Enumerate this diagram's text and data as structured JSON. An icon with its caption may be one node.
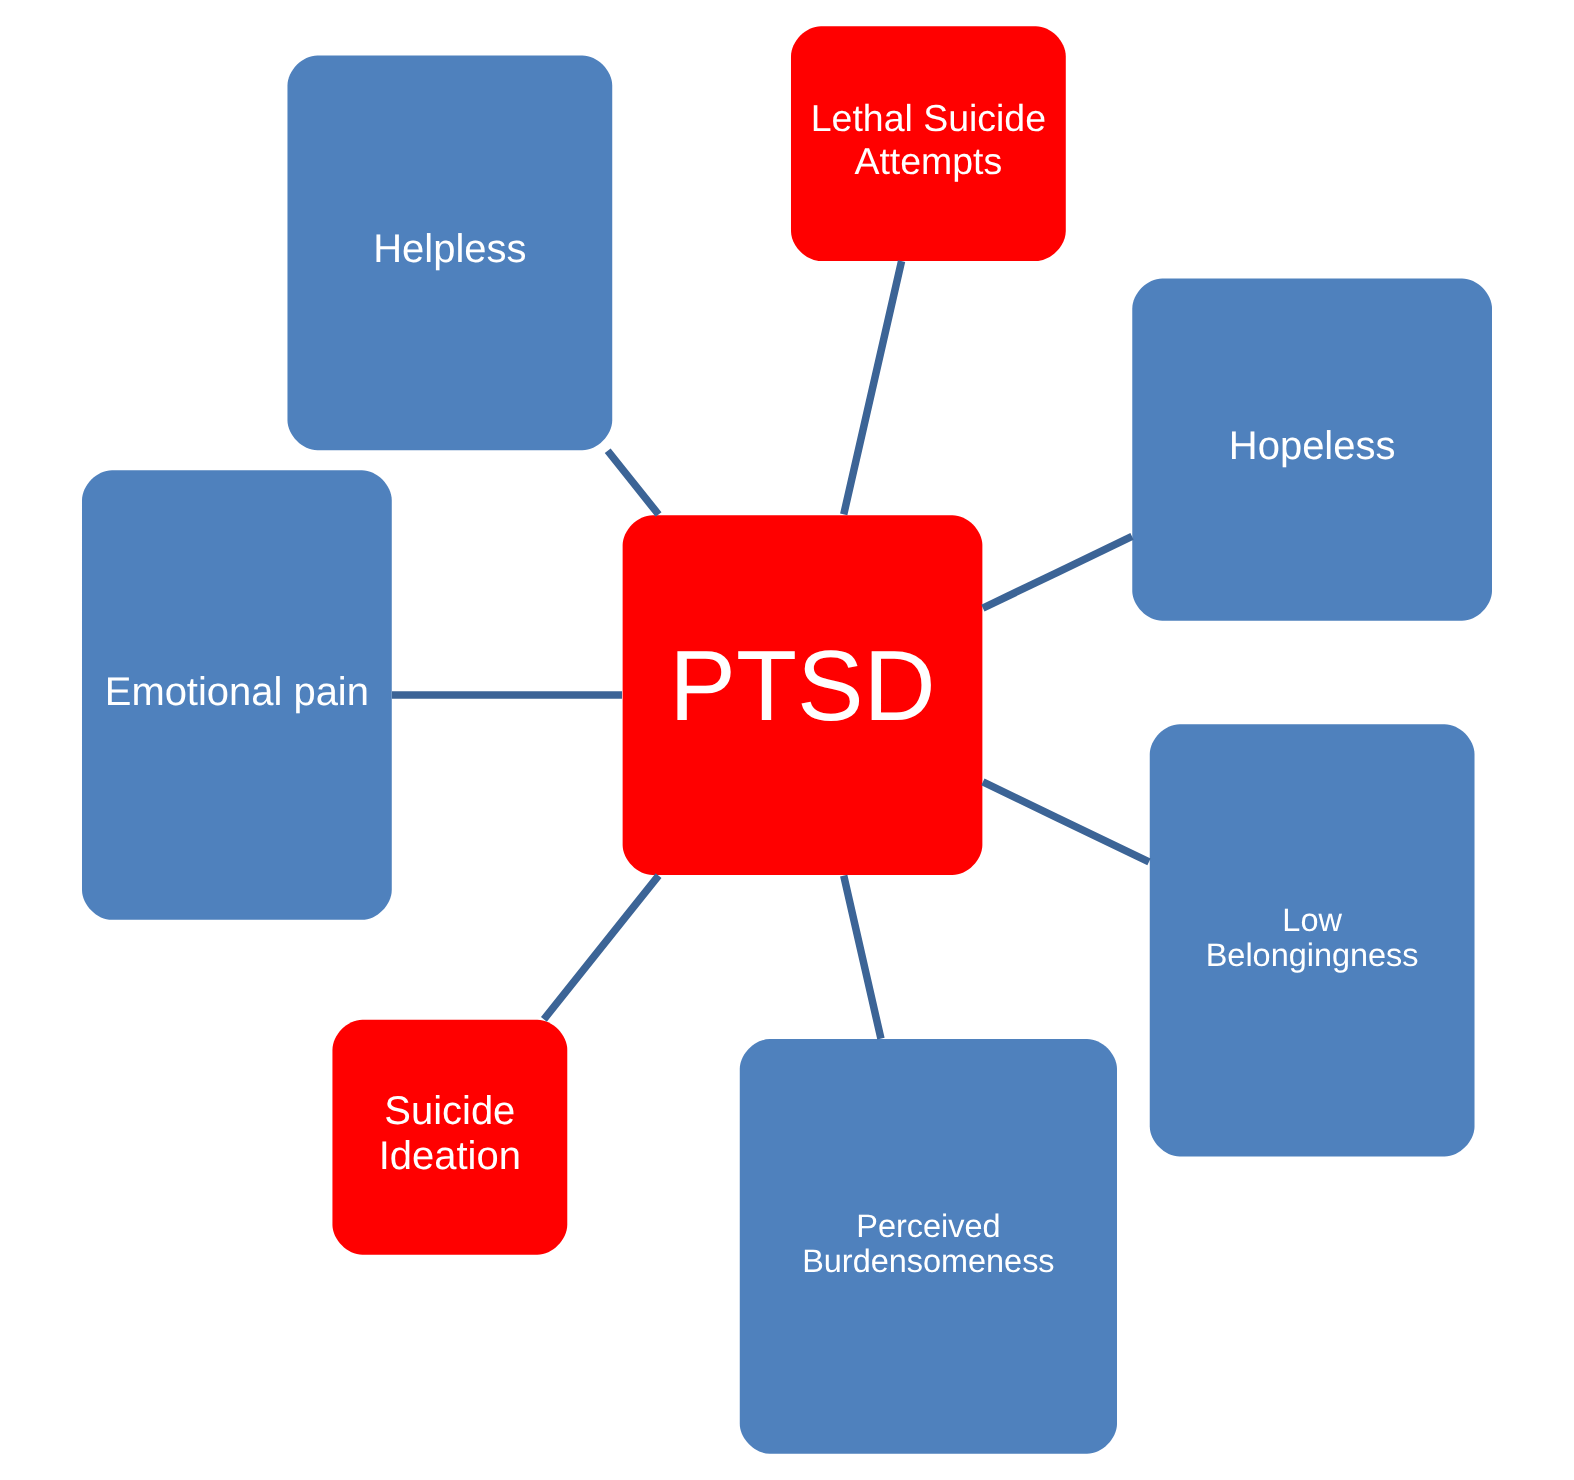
{
  "diagram": {
    "nodes": [
      {
        "text": [
          "PTSD"
        ]
      },
      {
        "text": [
          "Hopeless"
        ]
      },
      {
        "text": [
          "Lethal Suicide Attempts"
        ]
      },
      {
        "text": [
          "Helpless"
        ]
      },
      {
        "text": [
          "Emotional pain"
        ]
      },
      {
        "text": [
          "Suicide Ideation"
        ]
      },
      {
        "text": [
          "Perceived Burdensomeness"
        ]
      },
      {
        "text": [
          "Low Belongingness"
        ]
      }
    ],
    "edges": [
      {
        "from": 0,
        "to": 1,
        "arrow": "none"
      },
      {
        "from": 0,
        "to": 2,
        "arrow": "none"
      },
      {
        "from": 0,
        "to": 3,
        "arrow": "none"
      },
      {
        "from": 0,
        "to": 4,
        "arrow": "none"
      },
      {
        "from": 0,
        "to": 5,
        "arrow": "none"
      },
      {
        "from": 0,
        "to": 6,
        "arrow": "none"
      },
      {
        "from": 0,
        "to": 7,
        "arrow": "none"
      }
    ]
  }
}
